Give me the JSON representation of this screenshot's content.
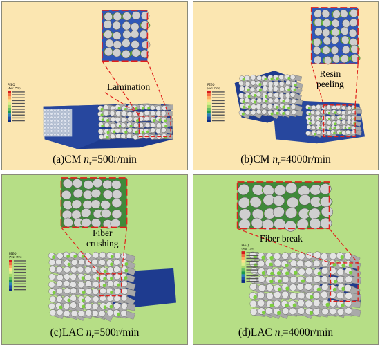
{
  "panels": [
    {
      "id": "a",
      "caption_prefix": "(a)CM ",
      "caption_var": "n",
      "caption_sub": "r",
      "caption_suffix": "=500r/min",
      "annotation": "Lamination",
      "background": "#fbe6b1"
    },
    {
      "id": "b",
      "caption_prefix": "(b)CM ",
      "caption_var": "n",
      "caption_sub": "r",
      "caption_suffix": "=4000r/min",
      "annotation_lines": [
        "Resin",
        "peeling"
      ],
      "background": "#fbe6b1"
    },
    {
      "id": "c",
      "caption_prefix": "(c)LAC ",
      "caption_var": "n",
      "caption_sub": "r",
      "caption_suffix": "=500r/min",
      "annotation_lines": [
        "Fiber",
        "crushing"
      ],
      "background": "#b6de86"
    },
    {
      "id": "d",
      "caption_prefix": "(d)LAC ",
      "caption_var": "n",
      "caption_sub": "r",
      "caption_suffix": "=4000r/min",
      "annotation": "Fiber break",
      "background": "#b6de86"
    }
  ],
  "legend": {
    "title_line1": "PEEQ",
    "title_line2": "(Avg: 75%)"
  },
  "colors": {
    "highlight": "#e0201b",
    "matrix_blue": "#1e3b8f",
    "fiber_gray": "#c8c8c8",
    "damage_green": "#6fc23a"
  }
}
